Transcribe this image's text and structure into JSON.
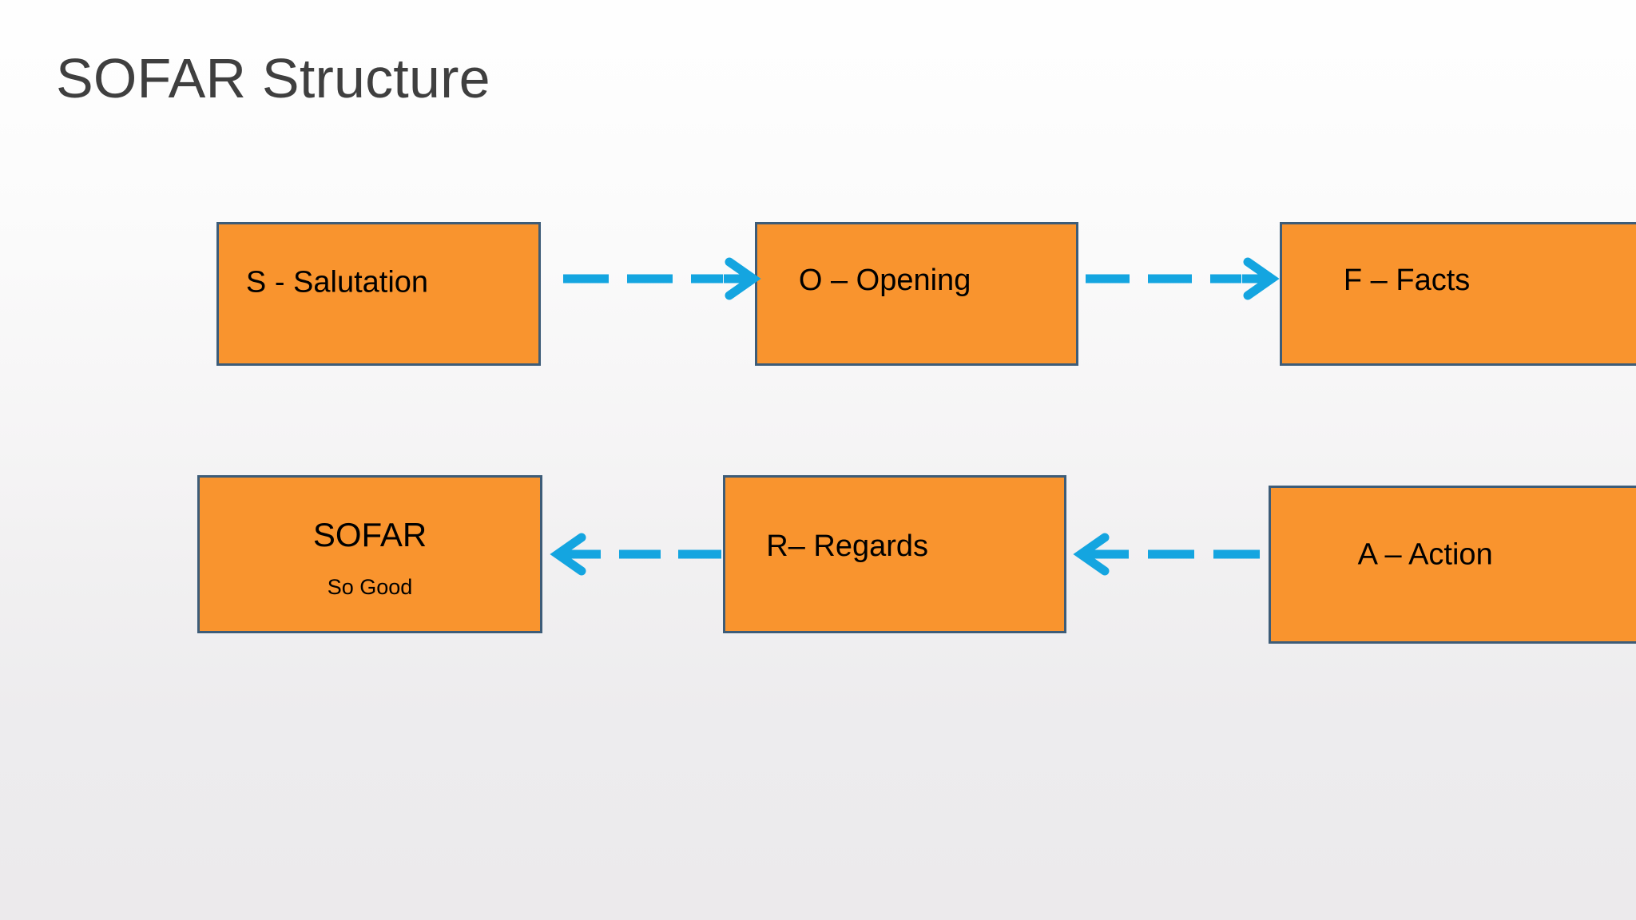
{
  "slide": {
    "title": "SOFAR Structure",
    "title_color": "#3F3F3F",
    "background_top": "#FEFEFE",
    "background_bottom": "#ECEAEC"
  },
  "theme": {
    "box_fill": "#F9942E",
    "box_border": "#3D5C78",
    "arrow_color": "#14A5E0",
    "text_color": "#000000"
  },
  "diagram": {
    "rows": [
      {
        "name": "top-row",
        "direction": "left-to-right",
        "boxes": [
          {
            "id": "salutation",
            "label": "S - Salutation"
          },
          {
            "id": "opening",
            "label": "O – Opening"
          },
          {
            "id": "facts",
            "label": "F – Facts"
          }
        ],
        "connectors": [
          {
            "id": "arrow-salutation-to-opening",
            "style": "dashed",
            "head": "right",
            "dashes": 3
          },
          {
            "id": "arrow-opening-to-facts",
            "style": "dashed",
            "head": "right",
            "dashes": 3
          }
        ]
      },
      {
        "name": "bottom-row",
        "direction": "right-to-left",
        "boxes": [
          {
            "id": "sofar",
            "label": "SOFAR",
            "sublabel": "So Good"
          },
          {
            "id": "regards",
            "label": "R– Regards"
          },
          {
            "id": "action",
            "label": "A – Action"
          }
        ],
        "connectors": [
          {
            "id": "arrow-regards-to-sofar",
            "style": "dashed",
            "head": "left",
            "dashes": 3
          },
          {
            "id": "arrow-action-to-regards",
            "style": "dashed",
            "head": "left",
            "dashes": 3
          }
        ]
      }
    ]
  }
}
